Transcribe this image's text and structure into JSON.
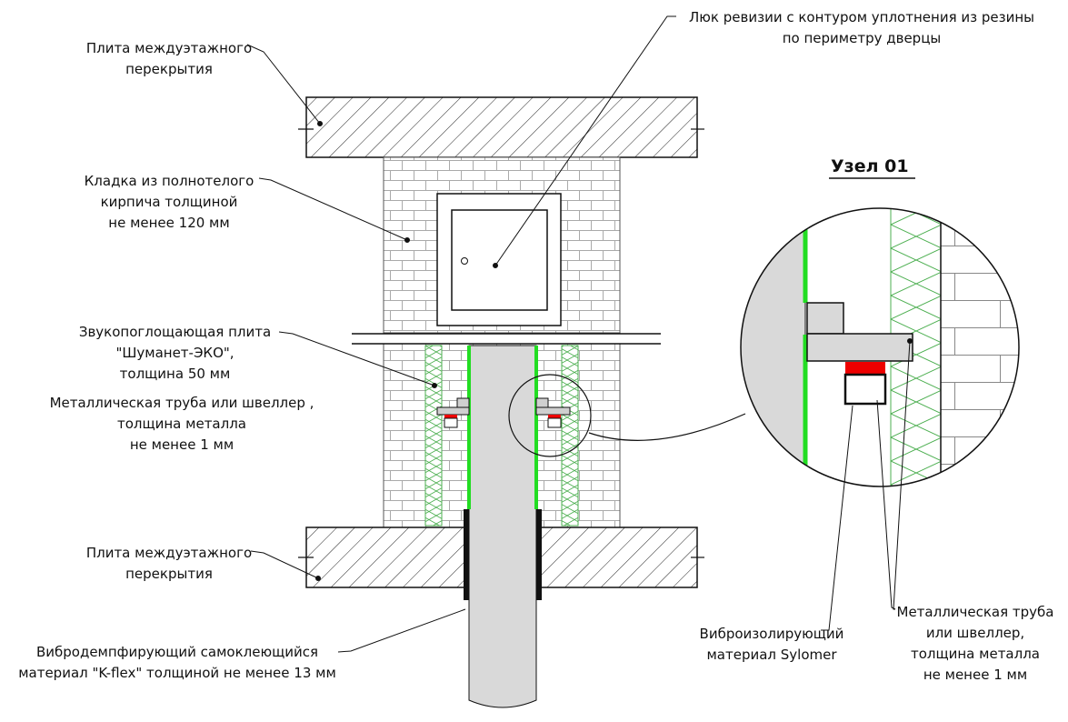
{
  "labels": {
    "slab_top": [
      "Плита междуэтажного",
      "перекрытия"
    ],
    "hatch_note": [
      "Люк ревизии с контуром уплотнения из резины",
      "по периметру дверцы"
    ],
    "brick": [
      "Кладка из полнотелого",
      "кирпича толщиной",
      "не менее 120 мм"
    ],
    "absorber": [
      "Звукопоглощающая плита",
      "\"Шуманет-ЭКО\",",
      "толщина 50 мм"
    ],
    "pipe_left": [
      "Металлическая труба или швеллер ,",
      "толщина металла",
      "не менее 1 мм"
    ],
    "slab_bottom": [
      "Плита междуэтажного",
      "перекрытия"
    ],
    "kflex": [
      "Вибродемпфирующий самоклеющийся",
      "материал \"K-flex\" толщиной не менее 13 мм"
    ],
    "node_title": "Узел 01",
    "sylomer": [
      "Виброизолирующий",
      "материал  Sylomer"
    ],
    "pipe_right": [
      "Металлическая труба",
      "или швеллер,",
      "толщина металла",
      "не менее 1 мм"
    ]
  },
  "colors": {
    "green_layer": "#22dd22",
    "red_pad": "#ee0000",
    "concrete_fill": "#d9d9d9",
    "insulation": "#4caf50"
  }
}
